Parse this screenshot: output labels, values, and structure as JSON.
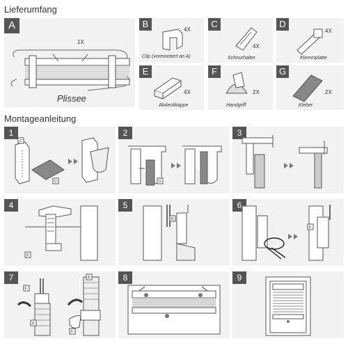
{
  "lieferumfang": {
    "title": "Lieferumfang",
    "items": [
      {
        "letter": "A",
        "quantity": "1X",
        "caption": "Plissee"
      },
      {
        "letter": "B",
        "quantity": "4X",
        "caption": "Clip (vormontiert an A)"
      },
      {
        "letter": "C",
        "quantity": "4X",
        "caption": "Schnurhalter"
      },
      {
        "letter": "D",
        "quantity": "4X",
        "caption": "Klemmplatte"
      },
      {
        "letter": "E",
        "quantity": "4X",
        "caption": "Abdeckkappe"
      },
      {
        "letter": "F",
        "quantity": "2X",
        "caption": "Handgriff"
      },
      {
        "letter": "G",
        "quantity": "2X",
        "caption": "Kleber"
      }
    ]
  },
  "montage": {
    "title": "Montageanleitung",
    "steps": [
      {
        "number": "1",
        "callouts": [
          "C",
          "D"
        ]
      },
      {
        "number": "2",
        "callouts": [
          "G"
        ]
      },
      {
        "number": "3",
        "callouts": []
      },
      {
        "number": "4",
        "callouts": [
          "B"
        ]
      },
      {
        "number": "5",
        "callouts": [
          "B"
        ]
      },
      {
        "number": "6",
        "callouts": [
          "E"
        ]
      },
      {
        "number": "7",
        "callouts": [
          "F",
          "A",
          "F",
          "A"
        ]
      },
      {
        "number": "8",
        "callouts": []
      },
      {
        "number": "9",
        "callouts": []
      }
    ]
  },
  "colors": {
    "badge": "#555555",
    "panel": "#f2f2f2",
    "line": "#444444"
  }
}
